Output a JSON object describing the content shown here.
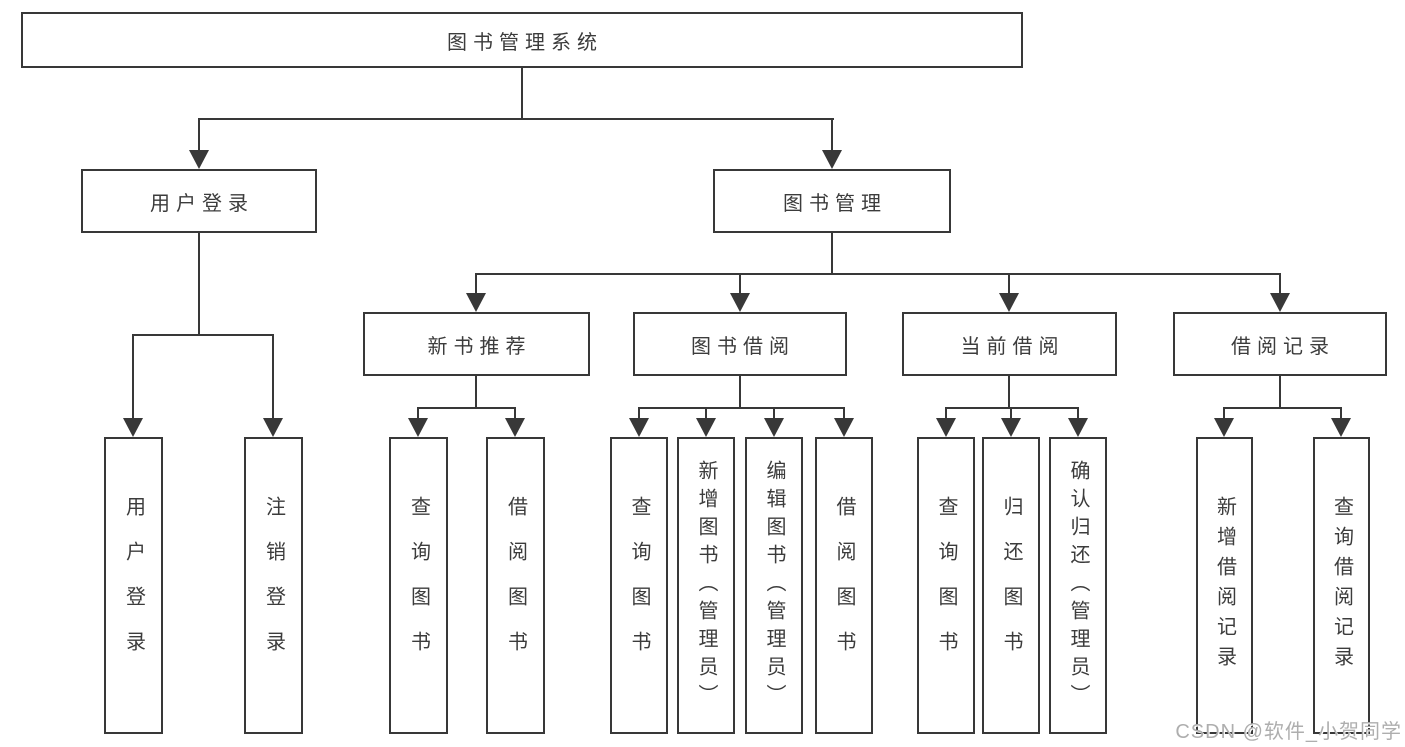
{
  "tree": {
    "label": "图书管理系统",
    "children": [
      {
        "label": "用户登录",
        "children": [
          {
            "label": "用户登录"
          },
          {
            "label": "注销登录"
          }
        ]
      },
      {
        "label": "图书管理",
        "children": [
          {
            "label": "新书推荐",
            "children": [
              {
                "label": "查询图书"
              },
              {
                "label": "借阅图书"
              }
            ]
          },
          {
            "label": "图书借阅",
            "children": [
              {
                "label": "查询图书"
              },
              {
                "label": "新增图书（管理员）"
              },
              {
                "label": "编辑图书（管理员）"
              },
              {
                "label": "借阅图书"
              }
            ]
          },
          {
            "label": "当前借阅",
            "children": [
              {
                "label": "查询图书"
              },
              {
                "label": "归还图书"
              },
              {
                "label": "确认归还（管理员）"
              }
            ]
          },
          {
            "label": "借阅记录",
            "children": [
              {
                "label": "新增借阅记录"
              },
              {
                "label": "查询借阅记录"
              }
            ]
          }
        ]
      }
    ]
  },
  "watermark": {
    "text": "CSDN @软件_小贺同学"
  },
  "colors": {
    "line": "#383838",
    "text": "#3c3c3c",
    "background": "#ffffff",
    "watermark": "#aeaeae"
  }
}
